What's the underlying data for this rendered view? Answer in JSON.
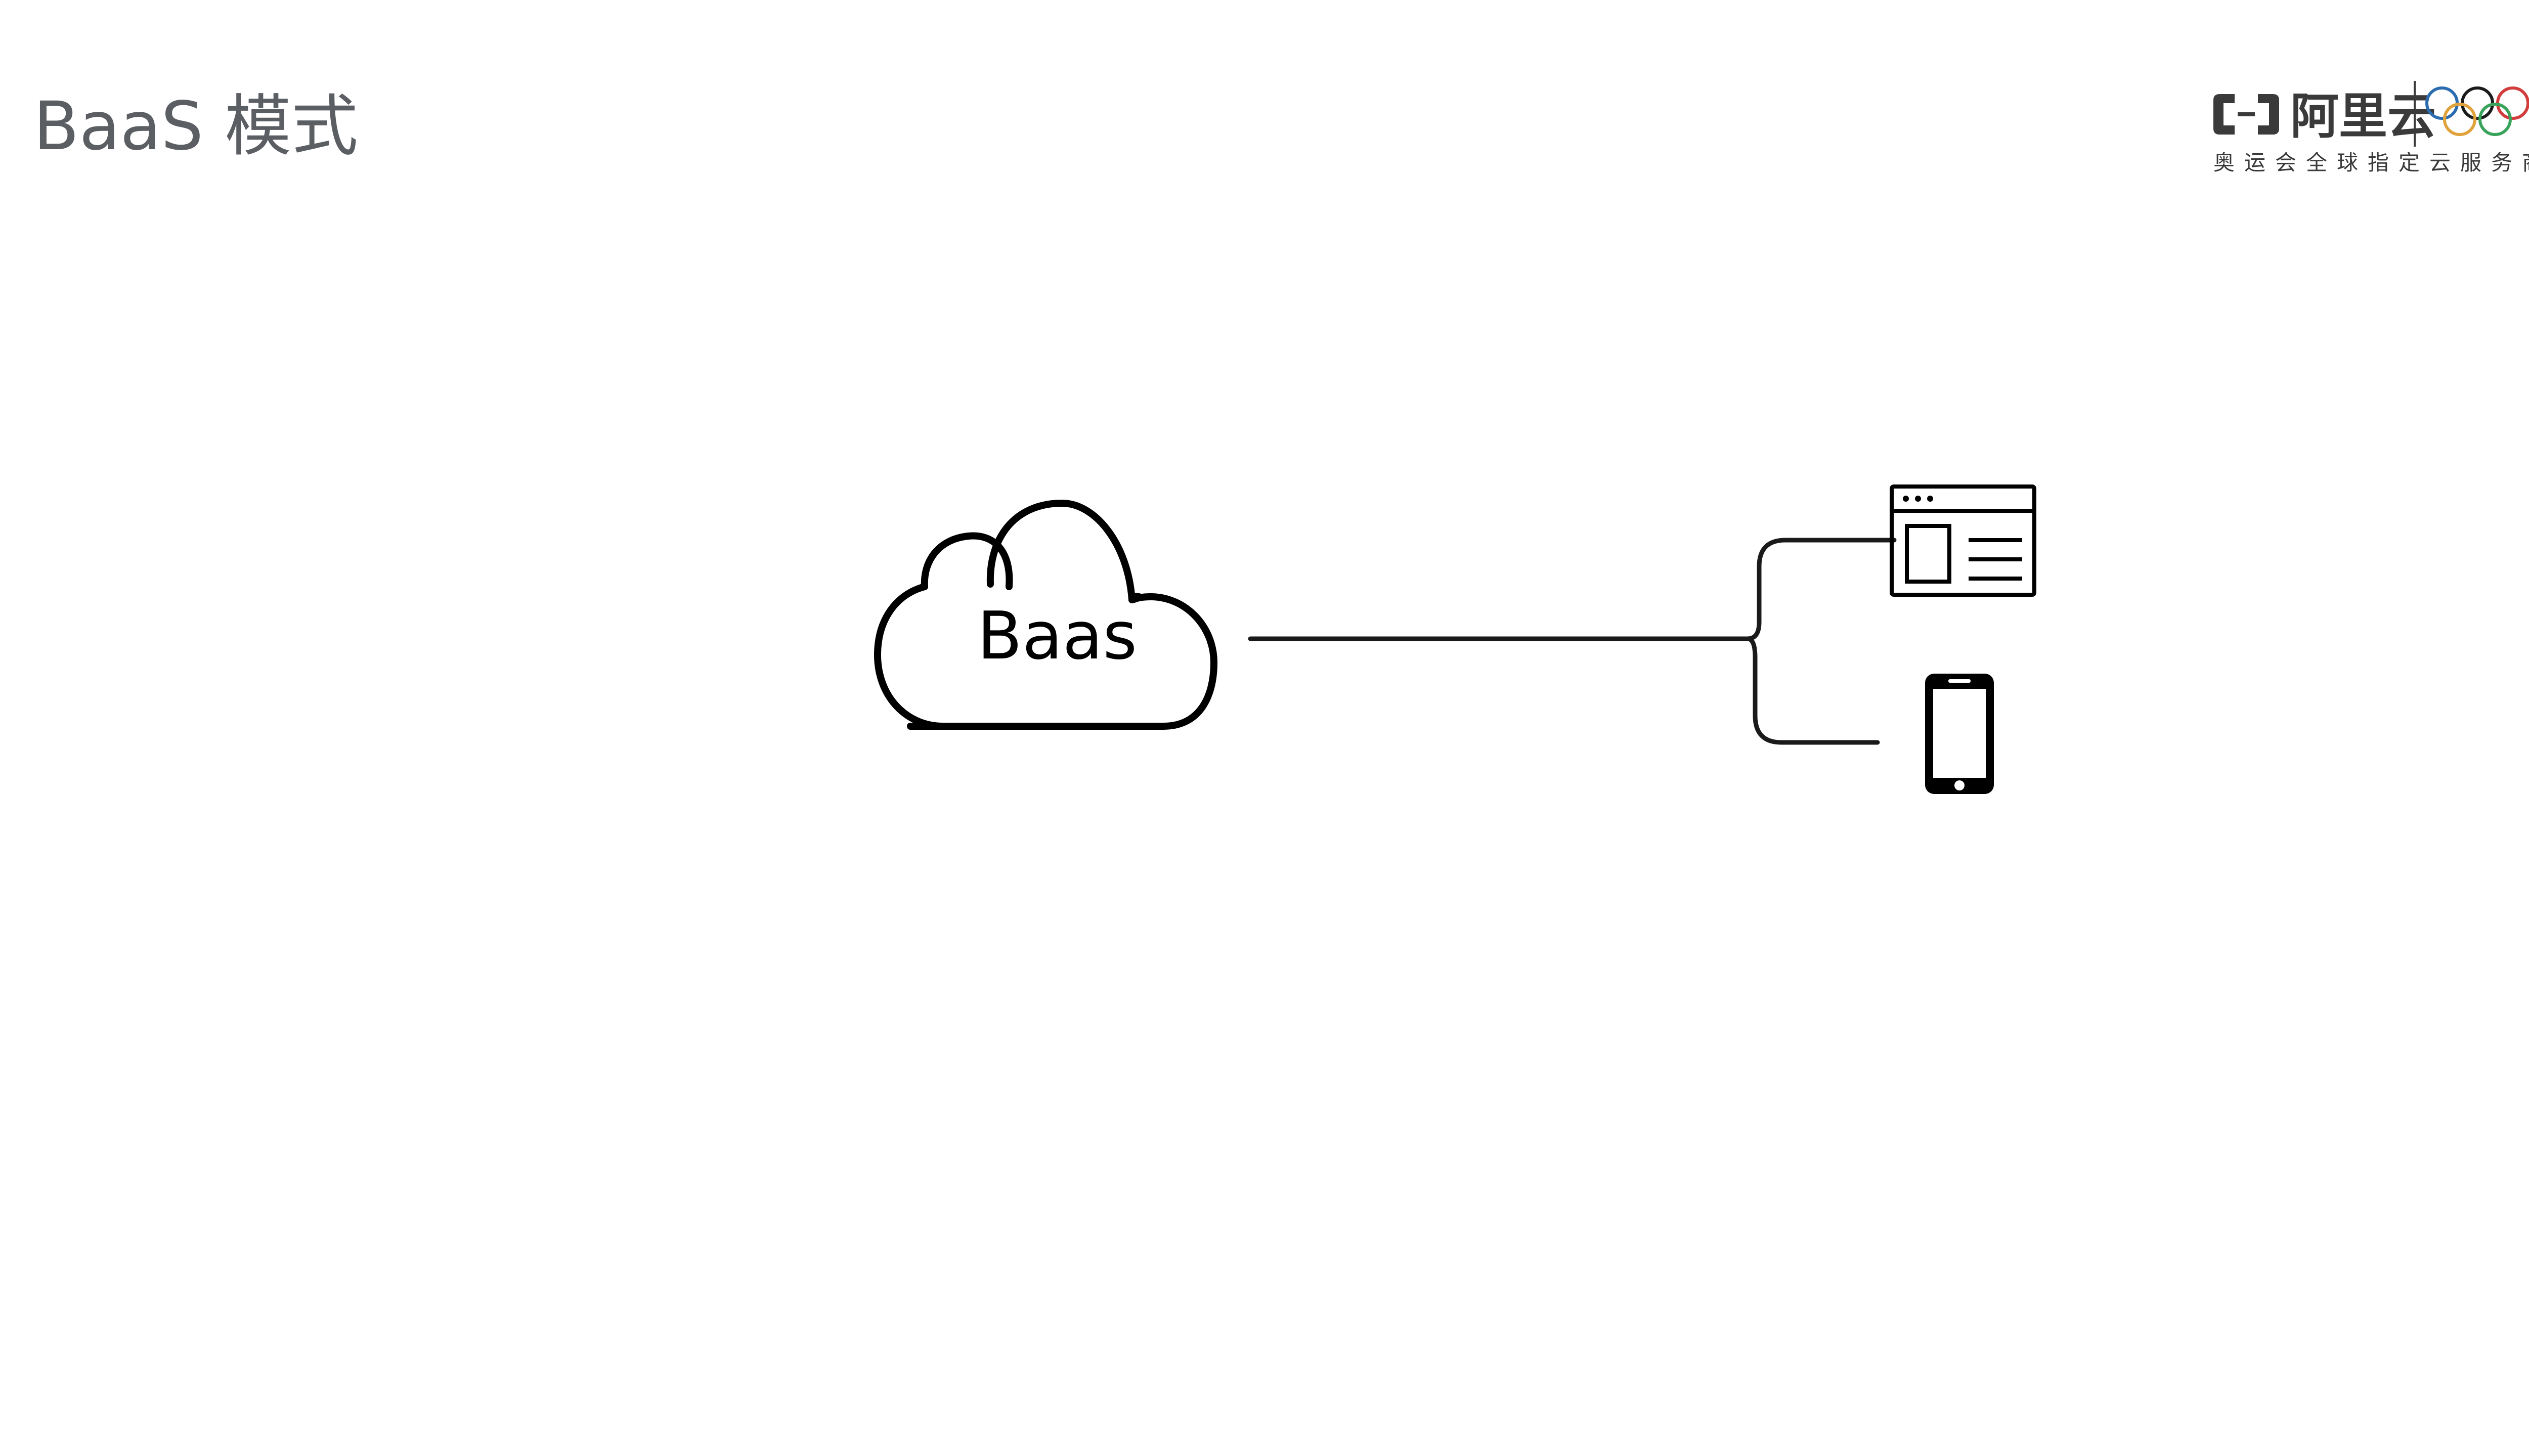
{
  "slide": {
    "title": "BaaS 模式"
  },
  "logo": {
    "brand_name": "阿里云",
    "slogan": "奥运会全球指定云服务商",
    "ring_colors": [
      "#2b6cb0",
      "#e0a23b",
      "#1a1a1a",
      "#3aa35b",
      "#d23c3c"
    ]
  },
  "diagram": {
    "cloud_label": "Baas",
    "nodes": [
      {
        "name": "cloud",
        "icon": "cloud-icon"
      },
      {
        "name": "web-browser",
        "icon": "browser-window-icon"
      },
      {
        "name": "mobile-phone",
        "icon": "smartphone-icon"
      }
    ],
    "line_color": "#1a1a1a"
  }
}
